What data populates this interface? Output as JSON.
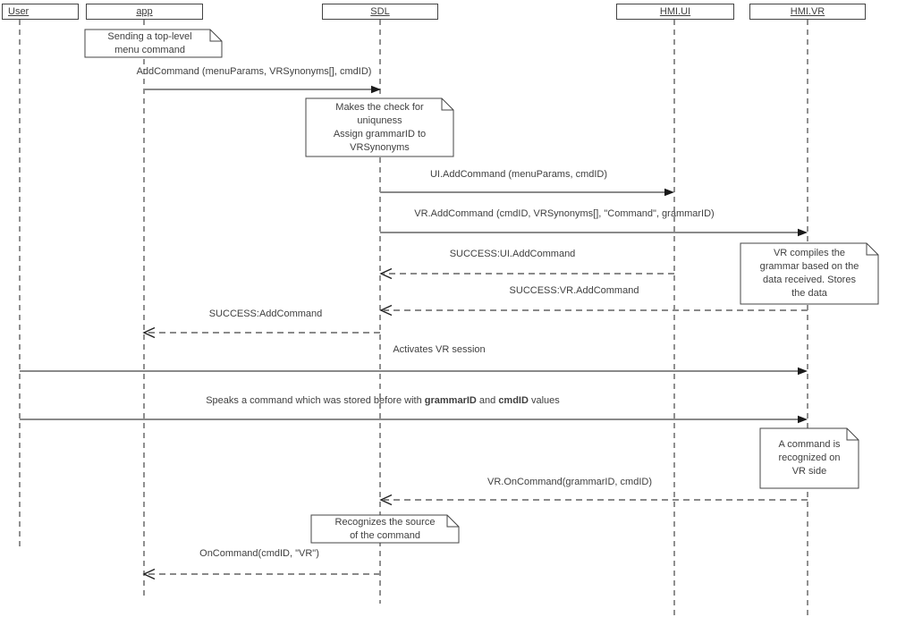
{
  "colors": {
    "background": "#ffffff",
    "line": "#444444",
    "lifeline": "#222222",
    "arrow_shaft": "#8a8a8a",
    "arrow_head": "#1a1a1a",
    "text": "#3f3f3f"
  },
  "participants": [
    {
      "label": "User"
    },
    {
      "label": "app"
    },
    {
      "label": "SDL"
    },
    {
      "label": "HMI.UI"
    },
    {
      "label": "HMI.VR"
    }
  ],
  "notes": [
    {
      "text": "Sending a top-level\nmenu command"
    },
    {
      "text": "Makes the check for\nuniquness\nAssign grammarID to\nVRSynonyms"
    },
    {
      "text": "VR compiles the\ngrammar based on the\ndata received. Stores\nthe data"
    },
    {
      "text": "A command is\nrecognized on\nVR side"
    },
    {
      "text": "Recognizes the source\nof the command"
    }
  ],
  "messages": [
    {
      "label": "AddCommand (menuParams, VRSynonyms[], cmdID)",
      "type": "call",
      "from": "app",
      "to": "SDL"
    },
    {
      "label": "UI.AddCommand (menuParams, cmdID)",
      "type": "call",
      "from": "SDL",
      "to": "HMI.UI"
    },
    {
      "label": "VR.AddCommand (cmdID, VRSynonyms[], \"Command\", grammarID)",
      "type": "call",
      "from": "SDL",
      "to": "HMI.VR"
    },
    {
      "label": "SUCCESS:UI.AddCommand",
      "type": "return",
      "from": "HMI.UI",
      "to": "SDL"
    },
    {
      "label": "SUCCESS:VR.AddCommand",
      "type": "return",
      "from": "HMI.VR",
      "to": "SDL"
    },
    {
      "label": "SUCCESS:AddCommand",
      "type": "return",
      "from": "SDL",
      "to": "app"
    },
    {
      "label": "Activates VR session",
      "type": "call",
      "from": "User",
      "to": "HMI.VR"
    },
    {
      "parts": [
        {
          "text": "Speaks a command which was stored before with ",
          "bold": false
        },
        {
          "text": "grammarID",
          "bold": true
        },
        {
          "text": " and ",
          "bold": false
        },
        {
          "text": "cmdID",
          "bold": true
        },
        {
          "text": " values",
          "bold": false
        }
      ],
      "type": "call",
      "from": "User",
      "to": "HMI.VR"
    },
    {
      "label": "VR.OnCommand(grammarID, cmdID)",
      "type": "return",
      "from": "HMI.VR",
      "to": "SDL"
    },
    {
      "label": "OnCommand(cmdID, \"VR\")",
      "type": "return",
      "from": "SDL",
      "to": "app"
    }
  ]
}
